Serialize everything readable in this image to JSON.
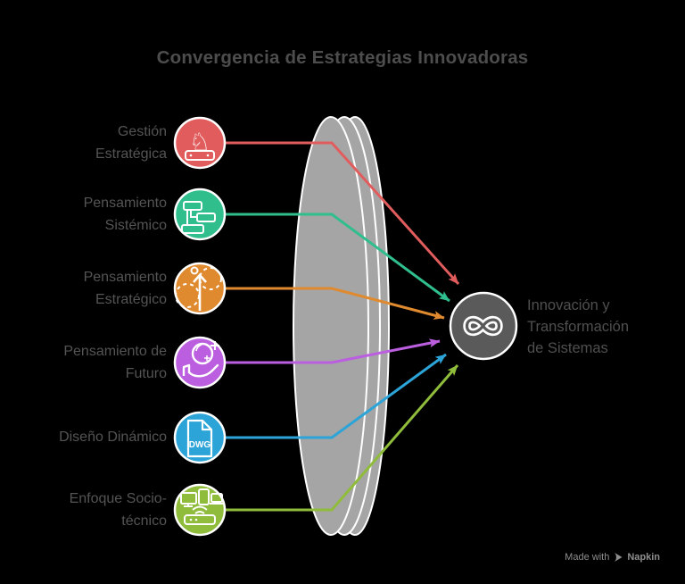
{
  "title": "Convergencia de Estrategias Innovadoras",
  "items": [
    {
      "label": "Gestión\nEstratégica",
      "icon": "chess-knight-icon",
      "color": "#E15D5D"
    },
    {
      "label": "Pensamiento\nSistémico",
      "icon": "flowchart-icon",
      "color": "#2FBE8C"
    },
    {
      "label": "Pensamiento\nEstratégico",
      "icon": "strategy-arrow-icon",
      "color": "#DF8A2E"
    },
    {
      "label": "Pensamiento de\nFuturo",
      "icon": "hand-sphere-icon",
      "color": "#BB5EDF"
    },
    {
      "label": "Diseño Dinámico",
      "icon": "dwg-file-icon",
      "color": "#2CA4D8",
      "icon_text": "DWG"
    },
    {
      "label": "Enfoque Socio-\ntécnico",
      "icon": "devices-network-icon",
      "color": "#8FBC3B"
    }
  ],
  "outcome": {
    "label": "Innovación y\nTransformación\nde Sistemas",
    "icon": "infinity-icon",
    "color": "#5A5A5A"
  },
  "glyphs": {
    "knight": "♘"
  },
  "lens_color": "#A5A5A5",
  "watermark": {
    "made_with": "Made with",
    "brand": "Napkin"
  }
}
